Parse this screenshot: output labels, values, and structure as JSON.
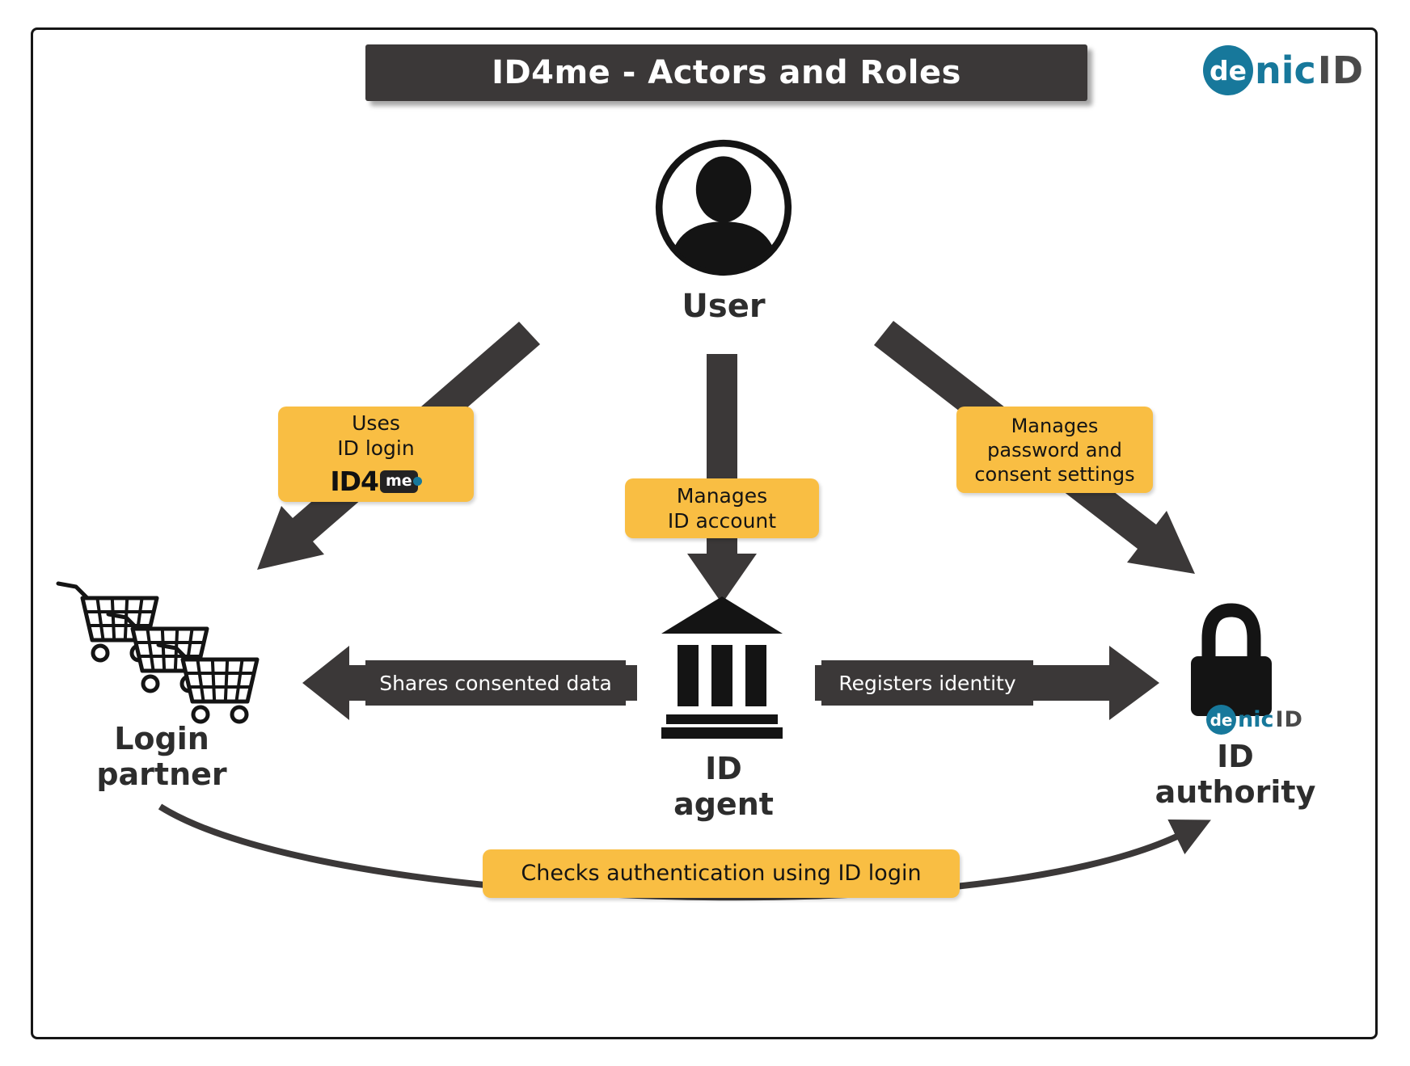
{
  "title": "ID4me - Actors and Roles",
  "logo": {
    "de": "de",
    "nic": "nic",
    "id": "ID"
  },
  "actors": {
    "user": "User",
    "login_partner": "Login\npartner",
    "id_agent": "ID\nagent",
    "id_authority": "ID\nauthority"
  },
  "labels": {
    "uses_id_login": "Uses\nID login",
    "id4me_logo": {
      "prefix": "ID4",
      "suffix": "me"
    },
    "manages_id_account": "Manages\nID account",
    "manages_password": "Manages\npassword and\nconsent settings",
    "shares_consented_data": "Shares consented data",
    "registers_identity": "Registers identity",
    "checks_authentication": "Checks authentication using ID login"
  },
  "colors": {
    "yellow": "#F9BE43",
    "dark": "#3B3838",
    "teal": "#17789B",
    "ink": "#141414"
  }
}
